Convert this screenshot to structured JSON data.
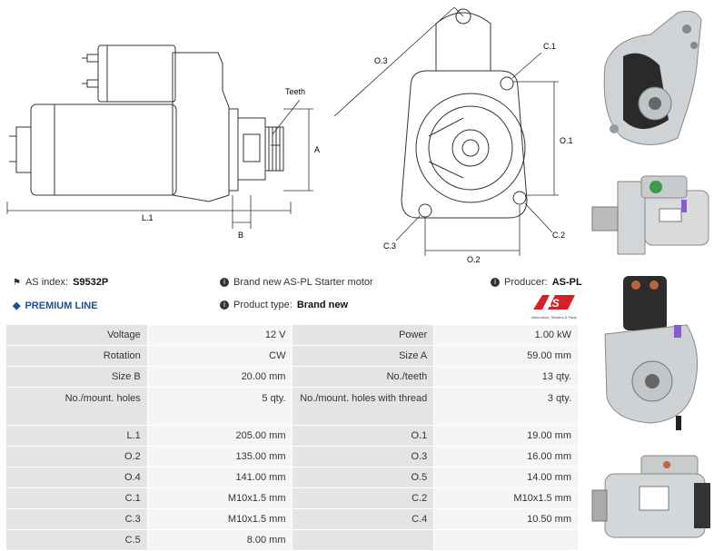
{
  "diagram": {
    "labels": {
      "teeth": "Teeth",
      "a": "A",
      "b": "B",
      "l1": "L.1",
      "o1": "O.1",
      "o2": "O.2",
      "o3": "O.3",
      "c1": "C.1",
      "c2": "C.2",
      "c3": "C.3"
    }
  },
  "info": {
    "as_index_label": "AS index:",
    "as_index_value": "S9532P",
    "premium": "PREMIUM LINE",
    "description": "Brand new AS-PL Starter motor",
    "product_type_label": "Product type:",
    "product_type_value": "Brand new",
    "producer_label": "Producer:",
    "producer_value": "AS-PL",
    "logo_tagline": "Alternators, Starters & Parts"
  },
  "specs": [
    {
      "k1": "Voltage",
      "v1": "12 V",
      "k2": "Power",
      "v2": "1.00 kW"
    },
    {
      "k1": "Rotation",
      "v1": "CW",
      "k2": "Size A",
      "v2": "59.00 mm"
    },
    {
      "k1": "Size B",
      "v1": "20.00 mm",
      "k2": "No./teeth",
      "v2": "13 qty."
    },
    {
      "k1": "No./mount. holes",
      "v1": "5 qty.",
      "k2": "No./mount. holes with thread",
      "v2": "3 qty."
    },
    {
      "k1": "L.1",
      "v1": "205.00 mm",
      "k2": "O.1",
      "v2": "19.00 mm"
    },
    {
      "k1": "O.2",
      "v1": "135.00 mm",
      "k2": "O.3",
      "v2": "16.00 mm"
    },
    {
      "k1": "O.4",
      "v1": "141.00 mm",
      "k2": "O.5",
      "v2": "14.00 mm"
    },
    {
      "k1": "C.1",
      "v1": "M10x1.5 mm",
      "k2": "C.2",
      "v2": "M10x1.5 mm"
    },
    {
      "k1": "C.3",
      "v1": "M10x1.5 mm",
      "k2": "C.4",
      "v2": "10.50 mm"
    },
    {
      "k1": "C.5",
      "v1": "8.00 mm",
      "k2": "",
      "v2": ""
    }
  ],
  "colors": {
    "accent_red": "#d62027",
    "premium_blue": "#1d4fa3"
  }
}
